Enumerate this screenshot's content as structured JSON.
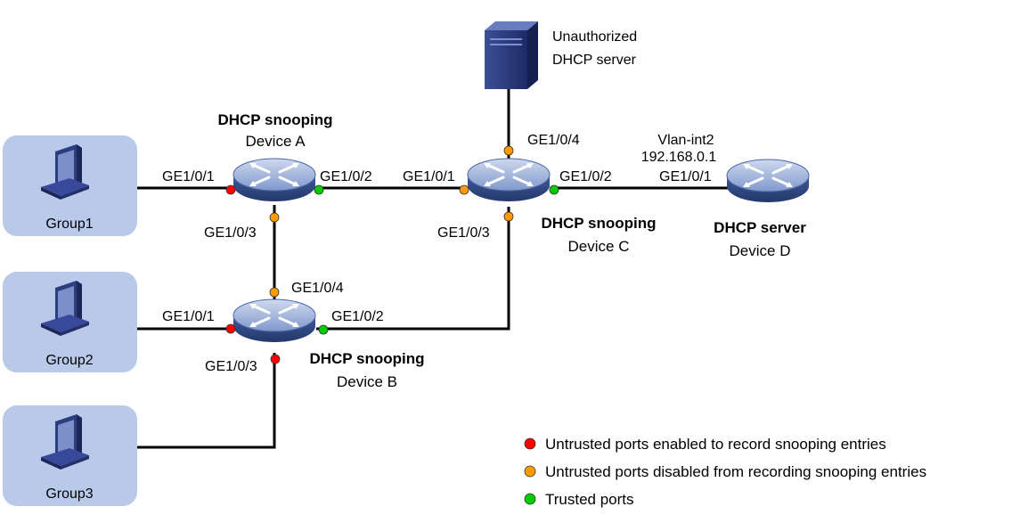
{
  "devices": {
    "device_a": {
      "role": "DHCP snooping",
      "name": "Device A"
    },
    "device_b": {
      "role": "DHCP snooping",
      "name": "Device B"
    },
    "device_c": {
      "role": "DHCP snooping",
      "name": "Device C"
    },
    "device_d": {
      "role": "DHCP server",
      "name": "Device D"
    }
  },
  "rogue_server": {
    "line1": "Unauthorized",
    "line2": "DHCP server"
  },
  "groups": [
    "Group1",
    "Group2",
    "Group3"
  ],
  "vlan_int": {
    "line1": "Vlan-int2",
    "line2": "192.168.0.1"
  },
  "ports": {
    "a_p1": "GE1/0/1",
    "a_p2": "GE1/0/2",
    "a_p3": "GE1/0/3",
    "b_p1": "GE1/0/1",
    "b_p2": "GE1/0/2",
    "b_p3": "GE1/0/3",
    "b_p4": "GE1/0/4",
    "c_p1": "GE1/0/1",
    "c_p2": "GE1/0/2",
    "c_p3": "GE1/0/3",
    "c_p4": "GE1/0/4",
    "d_p1": "GE1/0/1"
  },
  "legend": [
    {
      "color": "#ff0000",
      "text": "Untrusted ports enabled to record snooping entries"
    },
    {
      "color": "#ff9900",
      "text": "Untrusted ports disabled from recording snooping entries"
    },
    {
      "color": "#00cc00",
      "text": "Trusted ports"
    }
  ],
  "colors": {
    "untrusted_record": "#ff0000",
    "untrusted_norecord": "#ff9900",
    "trusted": "#00cc00",
    "group_bg": "#b8c9ea",
    "switch_body": "#5a78b8"
  }
}
